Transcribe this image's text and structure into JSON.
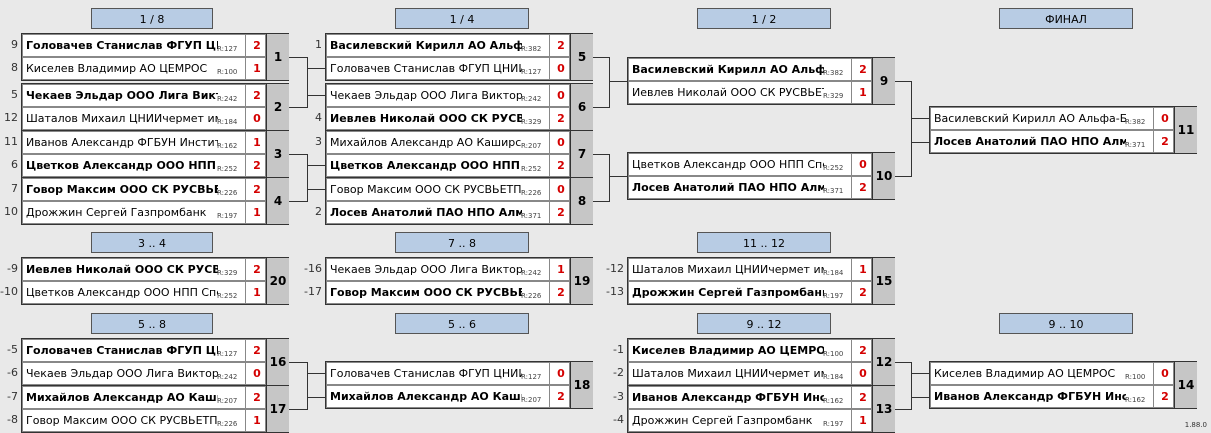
{
  "rounds": {
    "r18": "1 / 8",
    "r14": "1 / 4",
    "r12": "1 / 2",
    "final": "ФИНАЛ",
    "p34": "3 .. 4",
    "p78": "7 .. 8",
    "p1112": "11 .. 12",
    "p58": "5 .. 8",
    "p56": "5 .. 6",
    "p912": "9 .. 12",
    "p910": "9 .. 10"
  },
  "version": "1.88.0",
  "matches": [
    {
      "id": "m1",
      "num": "1",
      "seeds": [
        "9",
        "8"
      ],
      "players": [
        {
          "name": "Головачев Станислав ФГУП ЦНИИ",
          "rating": "R:127",
          "score": "2",
          "winner": true
        },
        {
          "name": "Киселев Владимир АО ЦЕМРОС",
          "rating": "R:100",
          "score": "1",
          "winner": false
        }
      ]
    },
    {
      "id": "m2",
      "num": "2",
      "seeds": [
        "5",
        "12"
      ],
      "players": [
        {
          "name": "Чекаев Эльдар ООО Лига Викторий",
          "rating": "R:242",
          "score": "2",
          "winner": true
        },
        {
          "name": "Шаталов Михаил ЦНИИчермет им. Бардина",
          "rating": "R:184",
          "score": "0",
          "winner": false
        }
      ]
    },
    {
      "id": "m3",
      "num": "3",
      "seeds": [
        "11",
        "6"
      ],
      "players": [
        {
          "name": "Иванов Александр ФГБУН Институт",
          "rating": "R:162",
          "score": "1",
          "winner": false
        },
        {
          "name": "Цветков Александр ООО НПП Спектр",
          "rating": "R:252",
          "score": "2",
          "winner": true
        }
      ]
    },
    {
      "id": "m4",
      "num": "4",
      "seeds": [
        "7",
        "10"
      ],
      "players": [
        {
          "name": "Говор Максим ООО СК РУСВЬЕТПЕТРО",
          "rating": "R:226",
          "score": "2",
          "winner": true
        },
        {
          "name": "Дрожжин Сергей Газпромбанк",
          "rating": "R:197",
          "score": "1",
          "winner": false
        }
      ]
    },
    {
      "id": "m5",
      "num": "5",
      "seeds": [
        "1",
        ""
      ],
      "players": [
        {
          "name": "Василевский Кирилл АО Альфа-Банк",
          "rating": "R:382",
          "score": "2",
          "winner": true
        },
        {
          "name": "Головачев Станислав ФГУП ЦНИИ",
          "rating": "R:127",
          "score": "0",
          "winner": false
        }
      ]
    },
    {
      "id": "m6",
      "num": "6",
      "seeds": [
        "",
        "4"
      ],
      "players": [
        {
          "name": "Чекаев Эльдар ООО Лига Викторий",
          "rating": "R:242",
          "score": "0",
          "winner": false
        },
        {
          "name": "Иевлев Николай ООО СК РУСВЬЕТПЕТРО",
          "rating": "R:329",
          "score": "2",
          "winner": true
        }
      ]
    },
    {
      "id": "m7",
      "num": "7",
      "seeds": [
        "3",
        ""
      ],
      "players": [
        {
          "name": "Михайлов Александр АО Каширское",
          "rating": "R:207",
          "score": "0",
          "winner": false
        },
        {
          "name": "Цветков Александр ООО НПП Спектр",
          "rating": "R:252",
          "score": "2",
          "winner": true
        }
      ]
    },
    {
      "id": "m8",
      "num": "8",
      "seeds": [
        "",
        "2"
      ],
      "players": [
        {
          "name": "Говор Максим ООО СК РУСВЬЕТПЕТРО",
          "rating": "R:226",
          "score": "0",
          "winner": false
        },
        {
          "name": "Лосев Анатолий ПАО НПО Алмаз",
          "rating": "R:371",
          "score": "2",
          "winner": true
        }
      ]
    },
    {
      "id": "m9",
      "num": "9",
      "seeds": [
        "",
        ""
      ],
      "players": [
        {
          "name": "Василевский Кирилл АО Альфа-Банк",
          "rating": "R:382",
          "score": "2",
          "winner": true
        },
        {
          "name": "Иевлев Николай ООО СК РУСВЬЕТПЕТРО",
          "rating": "R:329",
          "score": "1",
          "winner": false
        }
      ]
    },
    {
      "id": "m10",
      "num": "10",
      "seeds": [
        "",
        ""
      ],
      "players": [
        {
          "name": "Цветков Александр ООО НПП Спектр",
          "rating": "R:252",
          "score": "0",
          "winner": false
        },
        {
          "name": "Лосев Анатолий ПАО НПО Алмаз",
          "rating": "R:371",
          "score": "2",
          "winner": true
        }
      ]
    },
    {
      "id": "m11",
      "num": "11",
      "seeds": [
        "",
        ""
      ],
      "players": [
        {
          "name": "Василевский Кирилл АО Альфа-Банк",
          "rating": "R:382",
          "score": "0",
          "winner": false
        },
        {
          "name": "Лосев Анатолий ПАО НПО Алмаз",
          "rating": "R:371",
          "score": "2",
          "winner": true
        }
      ]
    },
    {
      "id": "m20",
      "num": "20",
      "seeds": [
        "-9",
        "-10"
      ],
      "players": [
        {
          "name": "Иевлев Николай ООО СК РУСВЬЕТПЕТРО",
          "rating": "R:329",
          "score": "2",
          "winner": true
        },
        {
          "name": "Цветков Александр ООО НПП Спектр",
          "rating": "R:252",
          "score": "1",
          "winner": false
        }
      ]
    },
    {
      "id": "m19",
      "num": "19",
      "seeds": [
        "-16",
        "-17"
      ],
      "players": [
        {
          "name": "Чекаев Эльдар ООО Лига Викторий",
          "rating": "R:242",
          "score": "1",
          "winner": false
        },
        {
          "name": "Говор Максим ООО СК РУСВЬЕТПЕТРО",
          "rating": "R:226",
          "score": "2",
          "winner": true
        }
      ]
    },
    {
      "id": "m15",
      "num": "15",
      "seeds": [
        "-12",
        "-13"
      ],
      "players": [
        {
          "name": "Шаталов Михаил ЦНИИчермет им. Бардина",
          "rating": "R:184",
          "score": "1",
          "winner": false
        },
        {
          "name": "Дрожжин Сергей Газпромбанк",
          "rating": "R:197",
          "score": "2",
          "winner": true
        }
      ]
    },
    {
      "id": "m16",
      "num": "16",
      "seeds": [
        "-5",
        "-6"
      ],
      "players": [
        {
          "name": "Головачев Станислав ФГУП ЦНИИ",
          "rating": "R:127",
          "score": "2",
          "winner": true
        },
        {
          "name": "Чекаев Эльдар ООО Лига Викторий",
          "rating": "R:242",
          "score": "0",
          "winner": false
        }
      ]
    },
    {
      "id": "m17",
      "num": "17",
      "seeds": [
        "-7",
        "-8"
      ],
      "players": [
        {
          "name": "Михайлов Александр АО Каширское",
          "rating": "R:207",
          "score": "2",
          "winner": true
        },
        {
          "name": "Говор Максим ООО СК РУСВЬЕТПЕТРО",
          "rating": "R:226",
          "score": "1",
          "winner": false
        }
      ]
    },
    {
      "id": "m18",
      "num": "18",
      "seeds": [
        "",
        ""
      ],
      "players": [
        {
          "name": "Головачев Станислав ФГУП ЦНИИ",
          "rating": "R:127",
          "score": "0",
          "winner": false
        },
        {
          "name": "Михайлов Александр АО Каширское",
          "rating": "R:207",
          "score": "2",
          "winner": true
        }
      ]
    },
    {
      "id": "m12",
      "num": "12",
      "seeds": [
        "-1",
        "-2"
      ],
      "players": [
        {
          "name": "Киселев Владимир АО ЦЕМРОС",
          "rating": "R:100",
          "score": "2",
          "winner": true
        },
        {
          "name": "Шаталов Михаил ЦНИИчермет им. Бардина",
          "rating": "R:184",
          "score": "0",
          "winner": false
        }
      ]
    },
    {
      "id": "m13",
      "num": "13",
      "seeds": [
        "-3",
        "-4"
      ],
      "players": [
        {
          "name": "Иванов Александр ФГБУН Институт",
          "rating": "R:162",
          "score": "2",
          "winner": true
        },
        {
          "name": "Дрожжин Сергей Газпромбанк",
          "rating": "R:197",
          "score": "1",
          "winner": false
        }
      ]
    },
    {
      "id": "m14",
      "num": "14",
      "seeds": [
        "",
        ""
      ],
      "players": [
        {
          "name": "Киселев Владимир АО ЦЕМРОС",
          "rating": "R:100",
          "score": "0",
          "winner": false
        },
        {
          "name": "Иванов Александр ФГБУН Институт",
          "rating": "R:162",
          "score": "2",
          "winner": true
        }
      ]
    }
  ]
}
